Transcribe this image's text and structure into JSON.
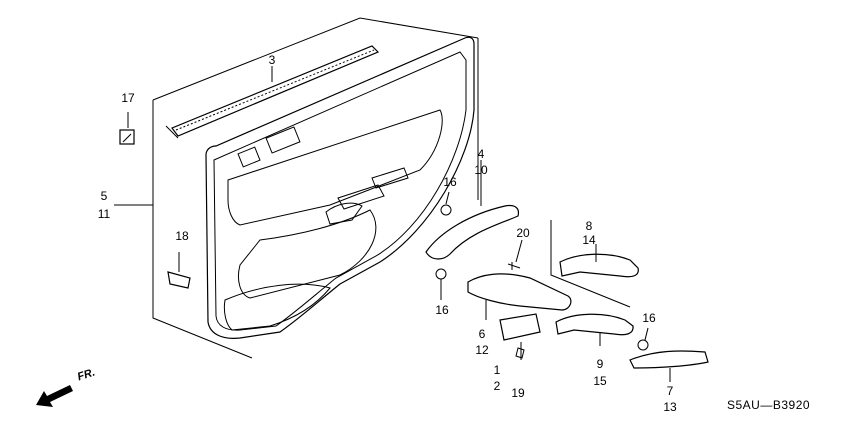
{
  "callouts": {
    "p1": "1",
    "p2": "2",
    "p3": "3",
    "p4": "4",
    "p5": "5",
    "p6": "6",
    "p7": "7",
    "p8": "8",
    "p9": "9",
    "p10": "10",
    "p11": "11",
    "p12": "12",
    "p13": "13",
    "p14": "14",
    "p15": "15",
    "p16a": "16",
    "p16b": "16",
    "p16c": "16",
    "p17": "17",
    "p18": "18",
    "p19": "19",
    "p20": "20"
  },
  "orientation": {
    "label": "FR."
  },
  "diagram_code": "S5AU—B3920",
  "colors": {
    "line": "#000000",
    "background": "#ffffff",
    "panel_fill": "#ffffff"
  }
}
